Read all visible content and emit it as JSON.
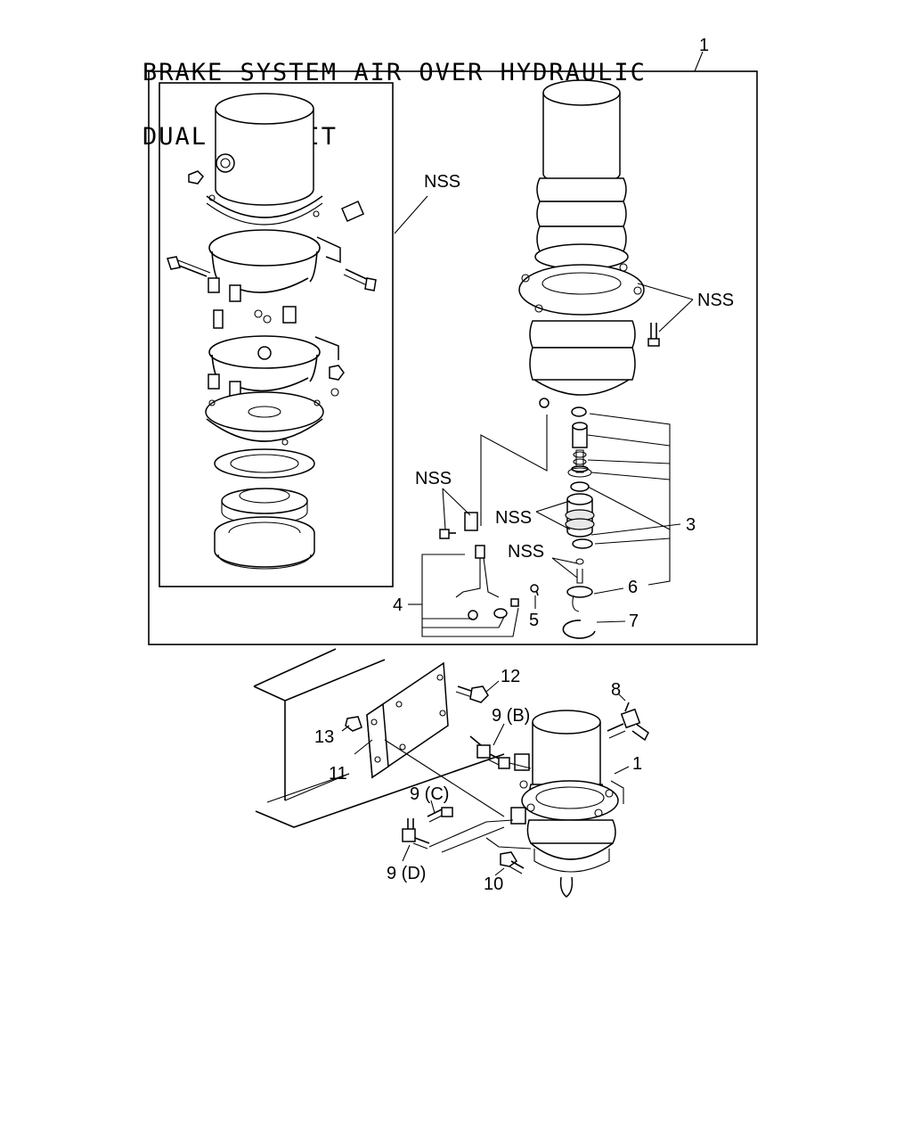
{
  "title": {
    "line1": "BRAKE SYSTEM AIR OVER HYDRAULIC",
    "line2": "DUAL CIRCUIT"
  },
  "callouts": {
    "c1_top": "1",
    "c1_bottom": "1",
    "c3": "3",
    "c4": "4",
    "c5": "5",
    "c6": "6",
    "c7": "7",
    "c8": "8",
    "c9b": "9 (B)",
    "c9c": "9 (C)",
    "c9d": "9 (D)",
    "c10": "10",
    "c11": "11",
    "c12": "12",
    "c13": "13",
    "nss_inset": "NSS",
    "nss_right": "NSS",
    "nss_bracket": "NSS",
    "nss_piston": "NSS",
    "nss_valve": "NSS"
  }
}
